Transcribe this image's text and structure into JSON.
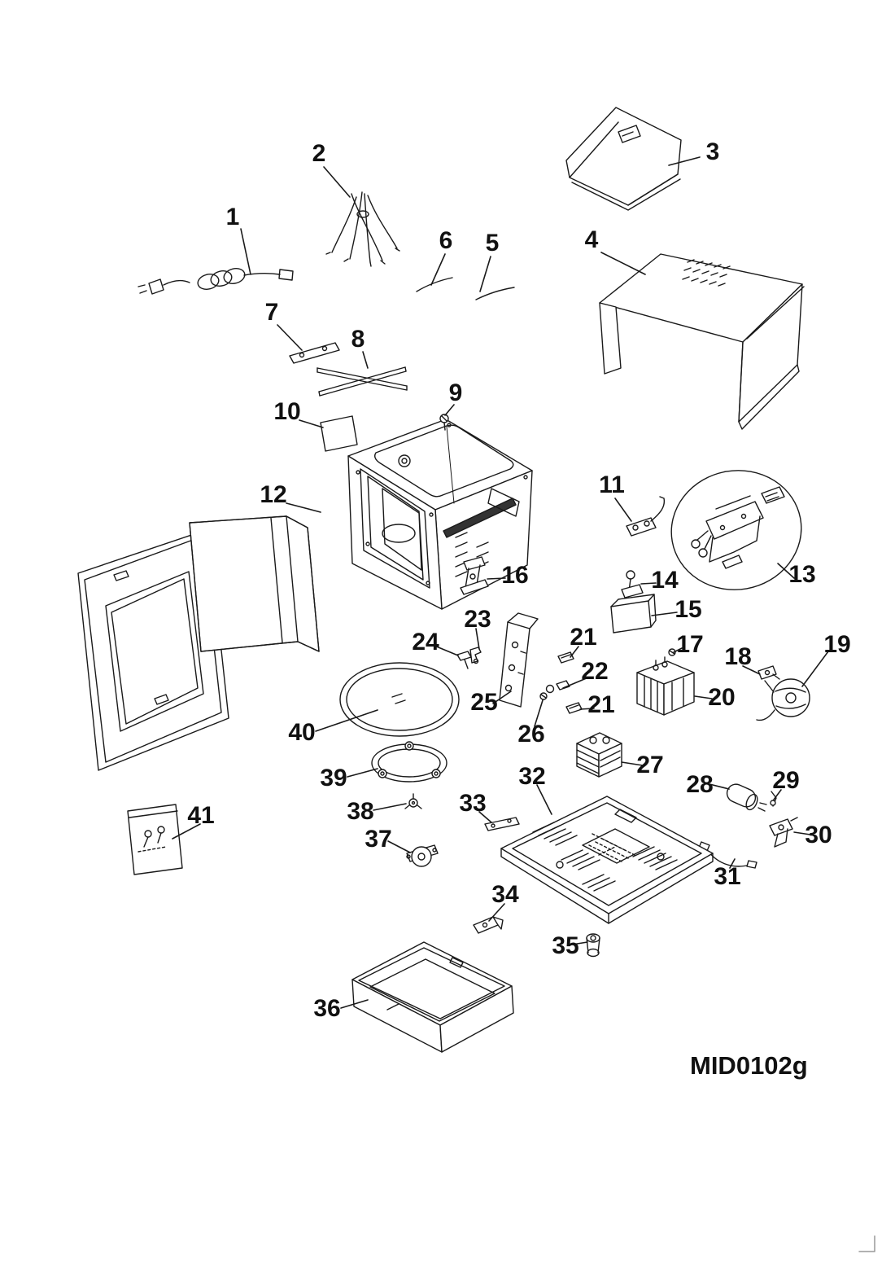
{
  "diagram": {
    "code": "MID0102g"
  },
  "callouts": {
    "c1": "1",
    "c2": "2",
    "c3": "3",
    "c4": "4",
    "c5": "5",
    "c6": "6",
    "c7": "7",
    "c8": "8",
    "c9": "9",
    "c10": "10",
    "c11": "11",
    "c12": "12",
    "c13": "13",
    "c14": "14",
    "c15": "15",
    "c16": "16",
    "c17": "17",
    "c18": "18",
    "c19": "19",
    "c20": "20",
    "c21": "21",
    "c22": "22",
    "c23": "23",
    "c24": "24",
    "c25": "25",
    "c26": "26",
    "c27": "27",
    "c28": "28",
    "c29": "29",
    "c30": "30",
    "c31": "31",
    "c32": "32",
    "c33": "33",
    "c34": "34",
    "c35": "35",
    "c36": "36",
    "c37": "37",
    "c38": "38",
    "c39": "39",
    "c40": "40",
    "c41": "41"
  }
}
